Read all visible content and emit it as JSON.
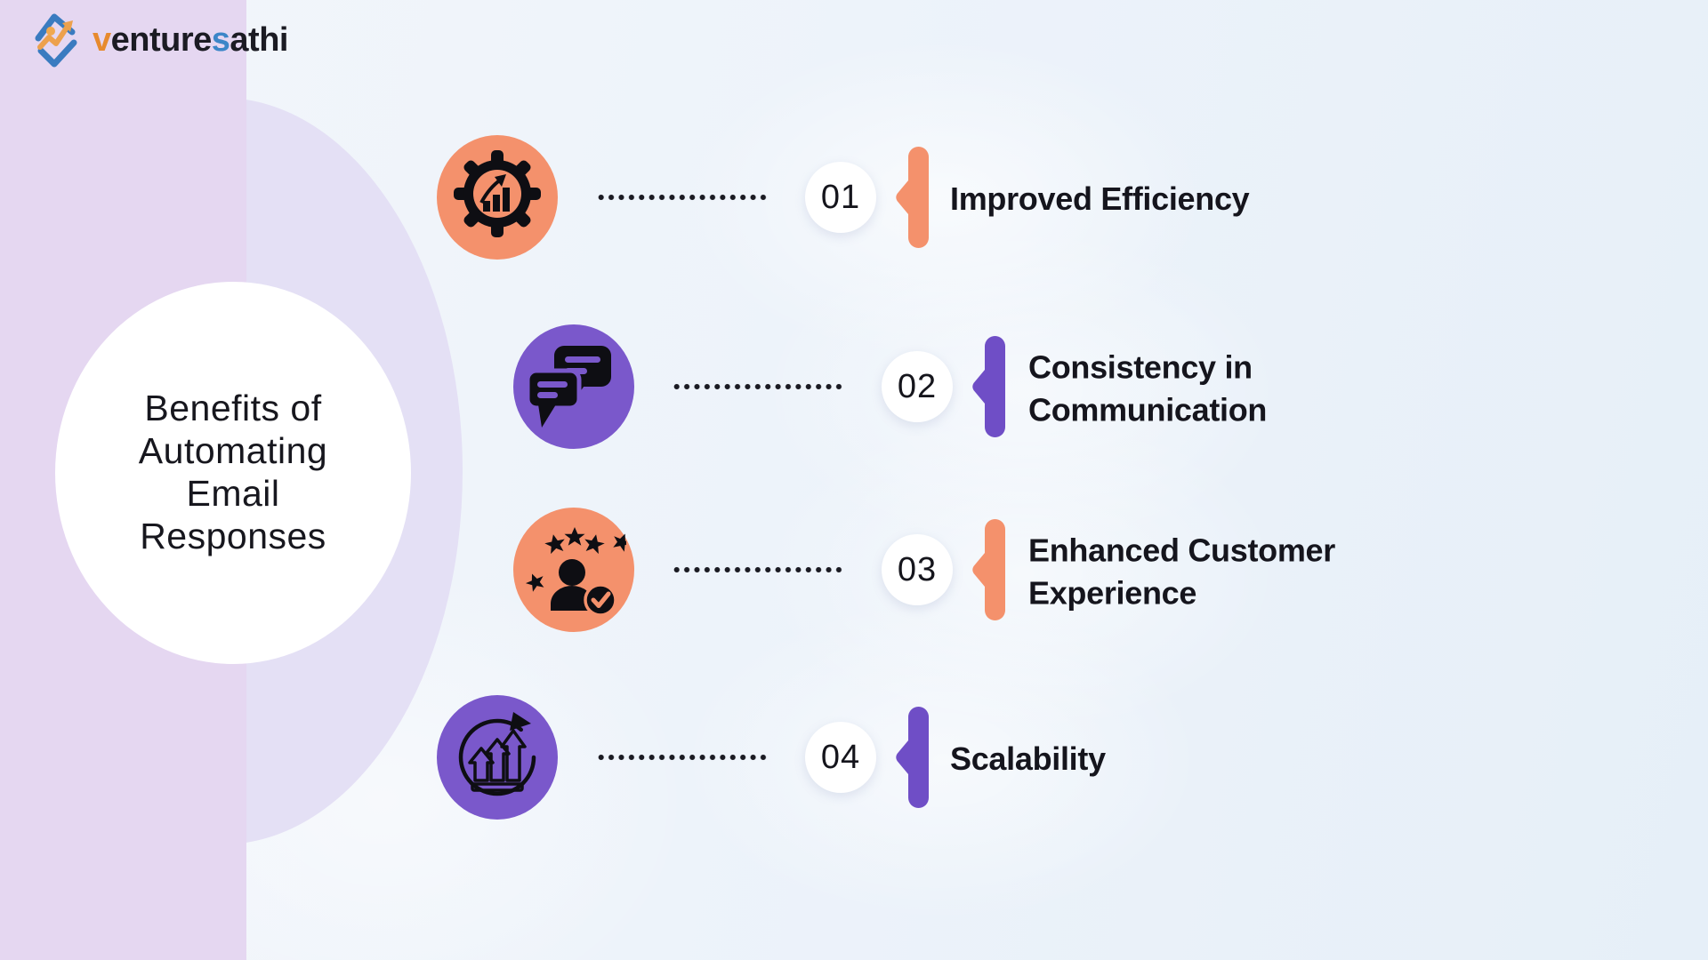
{
  "brand": {
    "segments": [
      {
        "text": "v",
        "color": "#E78A2E"
      },
      {
        "text": "enture",
        "color": "#1B1B23"
      },
      {
        "text": "s",
        "color": "#3C86C8"
      },
      {
        "text": "athi",
        "color": "#1B1B23"
      }
    ]
  },
  "title": {
    "text": "Benefits of\nAutomating\nEmail\nResponses"
  },
  "rows": [
    {
      "number": "01",
      "title": "Improved Efficiency",
      "accent": "#F4916C",
      "icon": "gear-growth-icon",
      "icon_bg": "#F4916C"
    },
    {
      "number": "02",
      "title": "Consistency in\nCommunication",
      "accent": "#6F4EC6",
      "icon": "chat-bubbles-icon",
      "icon_bg": "#7A58CB"
    },
    {
      "number": "03",
      "title": "Enhanced Customer\nExperience",
      "accent": "#F4916C",
      "icon": "customer-rating-icon",
      "icon_bg": "#F4916C"
    },
    {
      "number": "04",
      "title": "Scalability",
      "accent": "#6F4EC6",
      "icon": "growth-cycle-icon",
      "icon_bg": "#7A58CB"
    }
  ],
  "colors": {
    "side_band": "#E5D7F1",
    "background_ellipse": "#E4E0F5",
    "background_gradient_start": "#F3F6FB",
    "background_gradient_end": "#E6EFF8",
    "orange_accent": "#F4916C",
    "purple_icon": "#7A58CB",
    "purple_accent": "#6F4EC6",
    "text_dark": "#15151D",
    "icon_black": "#0E0E13",
    "circle_white": "#FFFFFF"
  }
}
